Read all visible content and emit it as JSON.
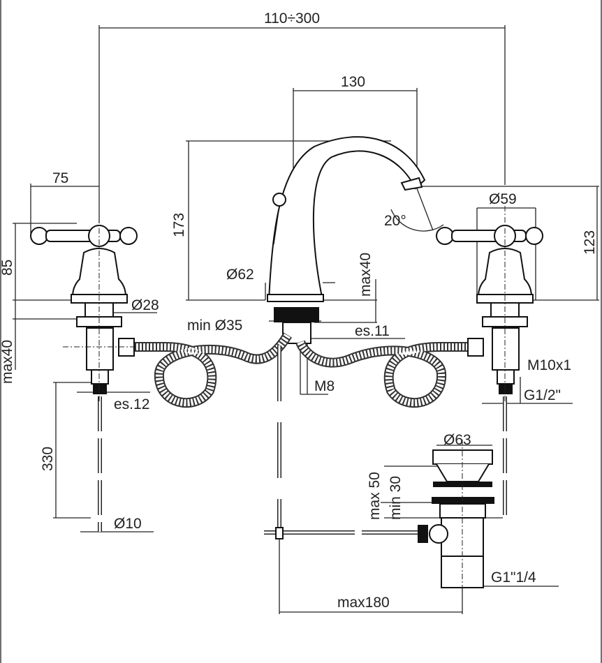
{
  "dimensions": {
    "overall_spread": "110÷300",
    "spout_reach": "130",
    "handle_width": "75",
    "spout_height": "173",
    "handle_diameter": "Ø59",
    "handle_height": "123",
    "handle_height_left": "85",
    "spout_angle": "20°",
    "spout_base_diameter": "Ø62",
    "max_deck_spout": "max40",
    "handle_base_diameter": "Ø28",
    "min_hole_diameter": "min Ø35",
    "spout_wrench": "es.11",
    "max_deck_handle": "max40",
    "handle_thread": "M10x1",
    "spout_thread": "M8",
    "handle_wrench": "es.12",
    "handle_connection": "G1/2\"",
    "drain_diameter": "Ø63",
    "pipe_length": "330",
    "drain_max": "max 50",
    "drain_min": "min 30",
    "pipe_diameter": "Ø10",
    "drain_thread": "G1\"1/4",
    "rod_reach": "max180"
  }
}
